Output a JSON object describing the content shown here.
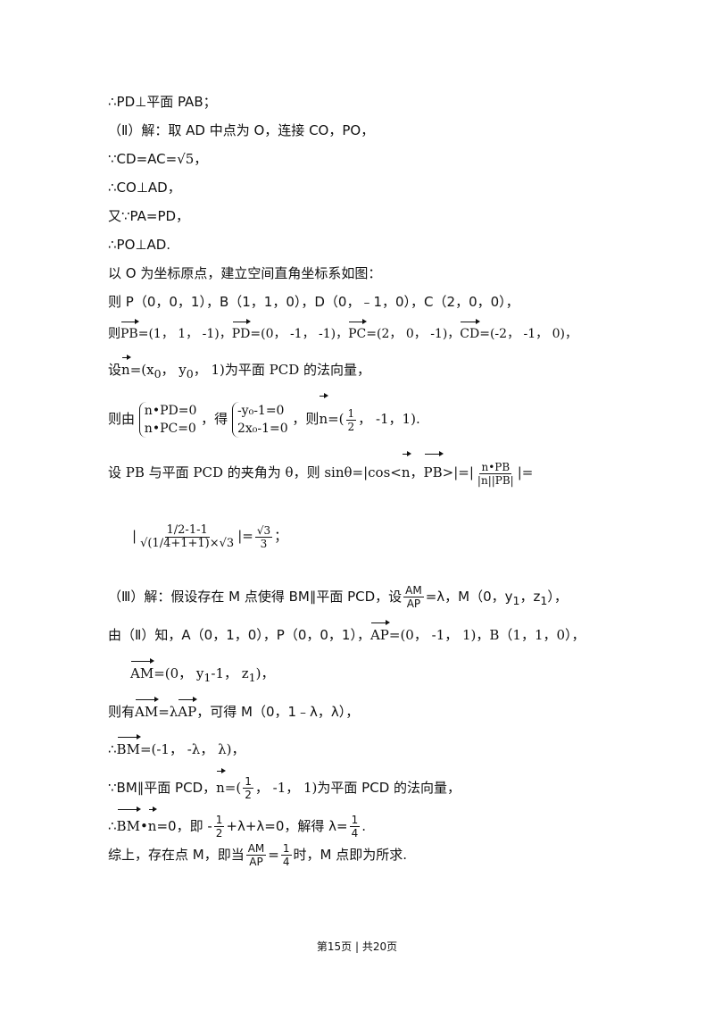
{
  "lines": {
    "l01": "∴PD⊥平面 PAB；",
    "l02": "（Ⅱ）解：取 AD 中点为 O，连接 CO，PO，",
    "l03a": "∵CD=AC=",
    "l03b": "√5",
    "l03c": "，",
    "l04": "∴CO⊥AD，",
    "l05": "又∵PA=PD，",
    "l06": "∴PO⊥AD.",
    "l07": "以 O 为坐标原点，建立空间直角坐标系如图：",
    "l08": "则 P（0，0，1），B（1，1，0），D（0，﹣1，0），C（2，0，0），",
    "l09a": "则",
    "l09b": "PB",
    "l09c": "=(1， 1， -1)，",
    "l09d": "PD",
    "l09e": "=(0， -1， -1)，",
    "l09f": "PC",
    "l09g": "=(2， 0， -1)，",
    "l09h": "CD",
    "l09i": "=(-2， -1， 0)，",
    "l10a": "设",
    "l10b": "n",
    "l10c": "=(x",
    "l10d": "0",
    "l10e": "， y",
    "l10f": "0",
    "l10g": "， 1)",
    "l10h": "为平面 PCD 的法向量，",
    "l11a": "则由",
    "l11b": "n•PD=0",
    "l11c": "n•PC=0",
    "l11d": "，得",
    "l11e": "-y₀-1=0",
    "l11f": "2x₀-1=0",
    "l11g": "，则",
    "l11h": "n",
    "l11i": "=(",
    "l11j": "1",
    "l11k": "2",
    "l11l": "， -1，1).",
    "l12a": "设 PB 与平面 PCD 的夹角为 θ，则 sinθ=|cos<",
    "l12b": "n",
    "l12c": "，",
    "l12d": "PB",
    "l12e": ">|=|",
    "l12f": "n•PB",
    "l12g": "|n||PB|",
    "l12h": "|=",
    "l13a": "|",
    "l13b": "1/2-1-1",
    "l13c": "√(1/4+1+1)×√3",
    "l13d": "|=",
    "l13e": "√3",
    "l13f": "3",
    "l13g": "；",
    "l14a": "（Ⅲ）解：假设存在 M 点使得 BM∥平面 PCD，设",
    "l14b": "AM",
    "l14c": "AP",
    "l14d": "=λ，M（0，y",
    "l14e": "1",
    "l14f": "，z",
    "l14g": "1",
    "l14h": "），",
    "l15a": "由（Ⅱ）知，A（0，1，0），P（0，0，1），",
    "l15b": "AP",
    "l15c": "=(0， -1， 1)，B（1，1，0），",
    "l16a": "AM",
    "l16b": "=(0， y",
    "l16c": "1",
    "l16d": "-1， z",
    "l16e": "1",
    "l16f": ")，",
    "l17a": "则有",
    "l17b": "AM",
    "l17c": "=λ",
    "l17d": "AP",
    "l17e": "，可得 M（0，1﹣λ，λ），",
    "l18a": "∴",
    "l18b": "BM",
    "l18c": "=(-1， -λ， λ)，",
    "l19a": "∵BM∥平面 PCD，",
    "l19b": "n",
    "l19c": "=(",
    "l19d": "1",
    "l19e": "2",
    "l19f": "， -1， 1)",
    "l19g": "为平面 PCD 的法向量，",
    "l20a": "∴",
    "l20b": "BM",
    "l20c": "•",
    "l20d": "n",
    "l20e": "=0，即 -",
    "l20f": "1",
    "l20g": "2",
    "l20h": "+λ+λ=0，解得 λ=",
    "l20i": "1",
    "l20j": "4",
    "l20k": ".",
    "l21a": "综上，存在点 M，即当",
    "l21b": "AM",
    "l21c": "AP",
    "l21d": "=",
    "l21e": "1",
    "l21f": "4",
    "l21g": "时，M 点即为所求."
  },
  "footer": "第15页 | 共20页"
}
